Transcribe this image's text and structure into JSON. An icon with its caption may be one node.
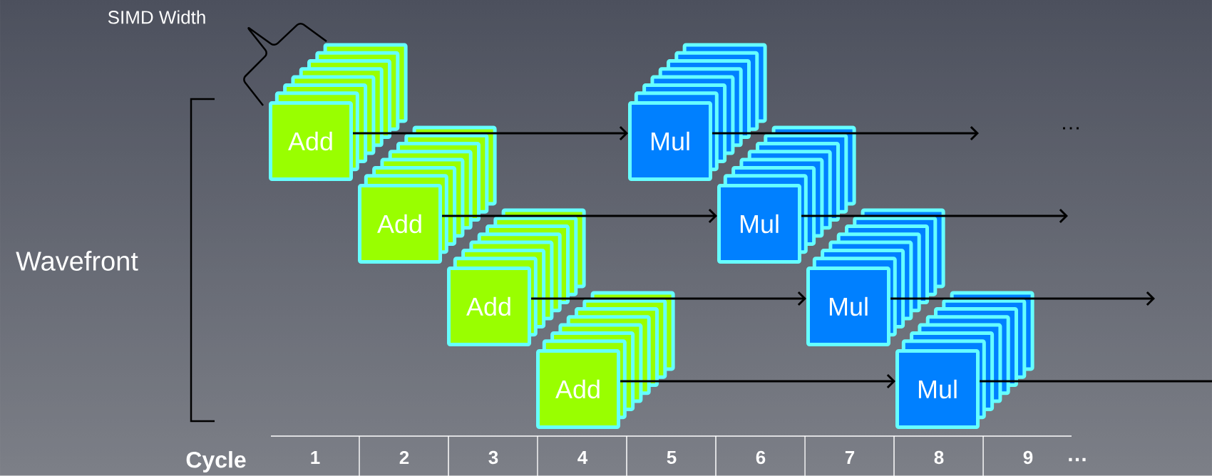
{
  "diagram": {
    "nodes": [
      {
        "text": [
          "Add"
        ]
      },
      {
        "text": [
          "Mul"
        ]
      },
      {
        "text": [
          "Add"
        ]
      },
      {
        "text": [
          "Mul"
        ]
      },
      {
        "text": [
          "Add"
        ]
      },
      {
        "text": [
          "Mul"
        ]
      },
      {
        "text": [
          "Add"
        ]
      },
      {
        "text": [
          "Mul"
        ]
      }
    ],
    "edges": [
      {
        "from": 0,
        "to": 1,
        "arrow": "to"
      },
      {
        "from": 1,
        "to": null,
        "arrow": "to"
      },
      {
        "from": 2,
        "to": 3,
        "arrow": "to"
      },
      {
        "from": 3,
        "to": null,
        "arrow": "to"
      },
      {
        "from": 4,
        "to": 5,
        "arrow": "to"
      },
      {
        "from": 5,
        "to": null,
        "arrow": "to"
      },
      {
        "from": 6,
        "to": 7,
        "arrow": "to"
      },
      {
        "from": 7,
        "to": null,
        "arrow": "none"
      }
    ],
    "labels": [
      "SIMD Width",
      "…",
      "Wavefront",
      "Cycle",
      "1",
      "2",
      "3",
      "4",
      "5",
      "6",
      "7",
      "8",
      "9",
      "…"
    ]
  }
}
